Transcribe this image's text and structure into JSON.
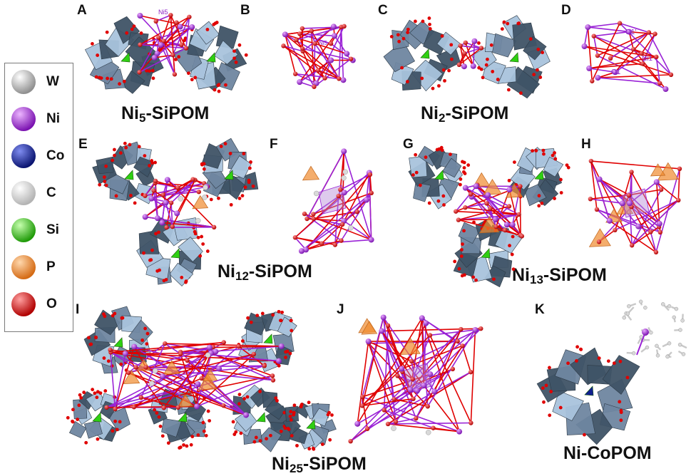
{
  "panels": {
    "a": "A",
    "b": "B",
    "c": "C",
    "d": "D",
    "e": "E",
    "f": "F",
    "g": "G",
    "h": "H",
    "i": "I",
    "j": "J",
    "k": "K"
  },
  "captions": {
    "ni5": {
      "base": "Ni",
      "sub": "5",
      "suffix": "-SiPOM"
    },
    "ni2": {
      "base": "Ni",
      "sub": "2",
      "suffix": "-SiPOM"
    },
    "ni12": {
      "base": "Ni",
      "sub": "12",
      "suffix": "-SiPOM"
    },
    "ni13": {
      "base": "Ni",
      "sub": "13",
      "suffix": "-SiPOM"
    },
    "ni25": {
      "base": "Ni",
      "sub": "25",
      "suffix": "-SiPOM"
    },
    "nico": {
      "text": "Ni-CoPOM"
    }
  },
  "atom_labels": {
    "ni5": "Ni5",
    "ni5_b": "Ni5",
    "o1p": "O1'",
    "ni1": "Ni1",
    "o1": "O1"
  },
  "legend": [
    {
      "label": "W",
      "color": "#bdbdbd",
      "highlight": "#ffffff"
    },
    {
      "label": "Ni",
      "color": "#9a22d6",
      "highlight": "#e8a8ff"
    },
    {
      "label": "Co",
      "color": "#101f8f",
      "highlight": "#6f7fe0"
    },
    {
      "label": "C",
      "color": "#d9d9d9",
      "highlight": "#ffffff"
    },
    {
      "label": "Si",
      "color": "#2fcf12",
      "highlight": "#b8ff9e"
    },
    {
      "label": "P",
      "color": "#f08a2e",
      "highlight": "#ffd2a1"
    },
    {
      "label": "O",
      "color": "#e00000",
      "highlight": "#ff9a9a"
    }
  ],
  "colors": {
    "polyhedron": "#6f86a0",
    "polyhedron_light": "#a9c3dc",
    "polyhedron_dark": "#3f5366",
    "nickel": "#9a22d6",
    "oxygen": "#e00000",
    "silicon": "#2fcf12",
    "phosphorus": "#f08a2e",
    "cobalt": "#101f8f",
    "carbon": "#d9d9d9"
  }
}
